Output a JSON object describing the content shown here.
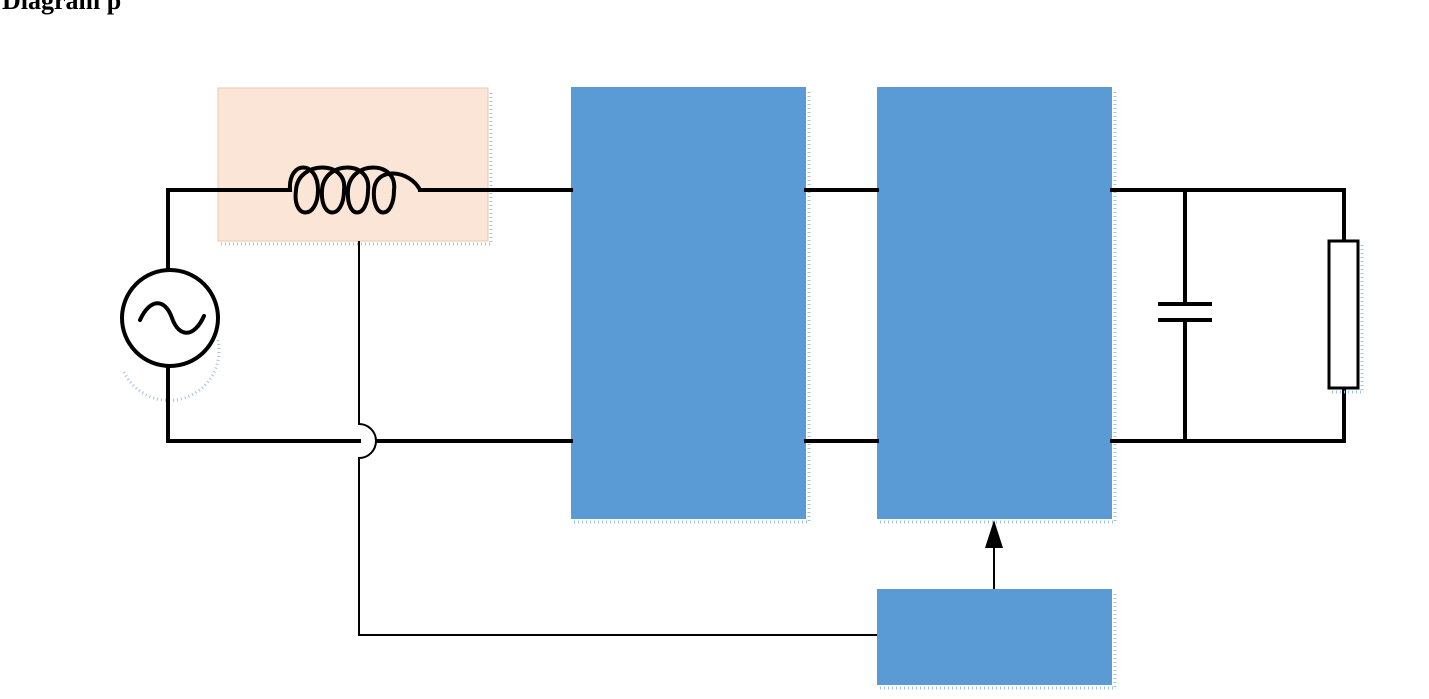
{
  "header": {
    "partial_text": "Diagram     p"
  },
  "colors": {
    "block_fill": "#5b9bd5",
    "sensor_fill": "#fbe5d6",
    "sensor_border": "#e8c9b0",
    "wire": "#000000",
    "shadow_dots": "#9ec3e6"
  },
  "components": [
    {
      "id": "ac-source",
      "icon": "ac-source-icon"
    },
    {
      "id": "current-sensor",
      "icon": "inductor-coil-icon"
    },
    {
      "id": "rectifier-block",
      "label": ""
    },
    {
      "id": "converter-block",
      "label": ""
    },
    {
      "id": "controller-block",
      "label": ""
    },
    {
      "id": "output-capacitor",
      "icon": "capacitor-icon"
    },
    {
      "id": "load-resistor",
      "icon": "resistor-icon"
    }
  ]
}
